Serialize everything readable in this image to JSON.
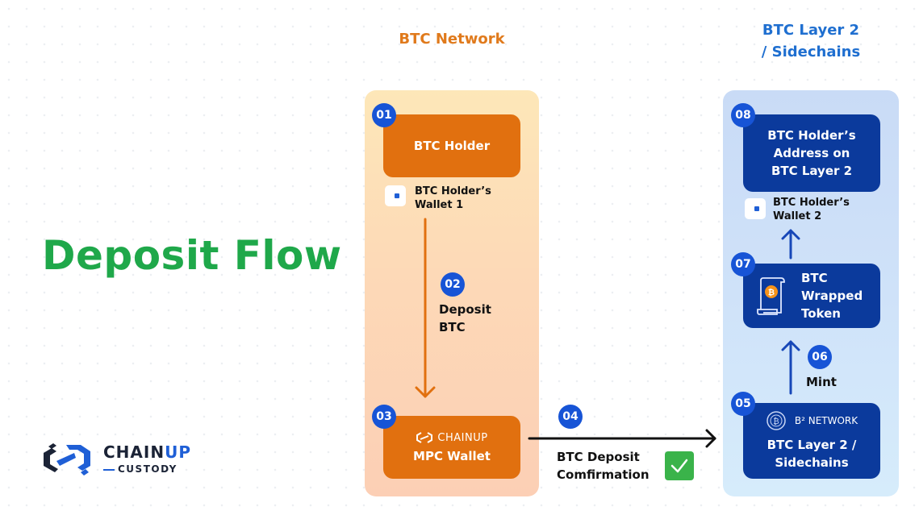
{
  "title": "Deposit Flow",
  "columns": {
    "btc_network": "BTC Network",
    "layer2": "BTC Layer 2 / Sidechains"
  },
  "steps": [
    {
      "num": "01",
      "label": "BTC Holder"
    },
    {
      "num": "02",
      "label_line1": "Deposit",
      "label_line2": "BTC"
    },
    {
      "num": "03",
      "brand": "CHAINUP",
      "label": "MPC Wallet"
    },
    {
      "num": "04",
      "label_line1": "BTC Deposit",
      "label_line2": "Comfirmation"
    },
    {
      "num": "05",
      "brand": "B² NETWORK",
      "label_line1": "BTC Layer 2 /",
      "label_line2": "Sidechains"
    },
    {
      "num": "06",
      "label": "Mint"
    },
    {
      "num": "07",
      "label_line1": "BTC",
      "label_line2": "Wrapped",
      "label_line3": "Token"
    },
    {
      "num": "08",
      "label_line1": "BTC Holder’s",
      "label_line2": "Address on",
      "label_line3": "BTC Layer 2"
    }
  ],
  "wallets": [
    {
      "line1": "BTC Holder’s",
      "line2": "Wallet 1"
    },
    {
      "line1": "BTC Holder’s",
      "line2": "Wallet 2"
    }
  ],
  "logo": {
    "part1": "CHAIN",
    "part2": "UP",
    "sub": "CUSTODY"
  },
  "colors": {
    "title_green": "#1fa84a",
    "orange": "#e1700f",
    "navy": "#0b3a9c",
    "badge_blue": "#1754d6",
    "check_green": "#3ab34a"
  }
}
